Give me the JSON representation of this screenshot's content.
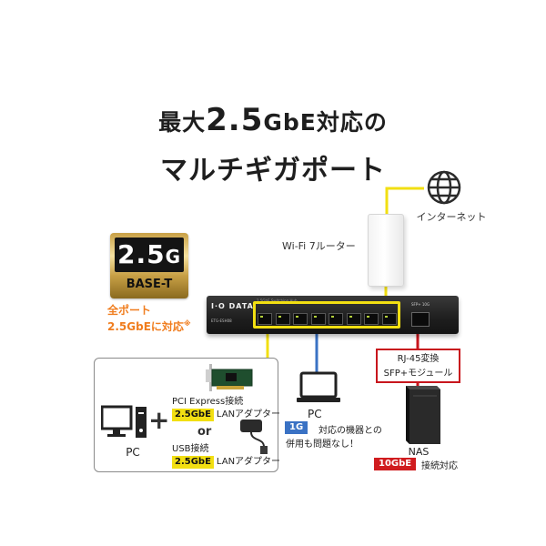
{
  "headline": {
    "line1_pre": "最大",
    "line1_big": "2.5",
    "line1_post": "GbE対応の",
    "line2": "マルチギガポート"
  },
  "badge": {
    "value": "2.5",
    "unit": "G",
    "standard": "BASE-T"
  },
  "feature_note": {
    "line1": "全ポート",
    "line2": "2.5GbEに対応",
    "mark": "※"
  },
  "internet": {
    "label": "インターネット",
    "icon": "globe-icon"
  },
  "router": {
    "label": "Wi-Fi 7ルーター",
    "icon": "router-icon"
  },
  "switch": {
    "brand": "I·O DATA",
    "sub_text": "2.5GbE Switching Hub",
    "model": "ETG-ESH08",
    "sfp_text": "SFP+ 10G",
    "port_count": 8
  },
  "pc_box": {
    "caption": "PC",
    "pcie_label": "PCI Express接続",
    "pcie_tag": "2.5GbE",
    "pcie_suffix": "LANアダプター",
    "or_word": "or",
    "usb_label": "USB接続",
    "usb_tag": "2.5GbE",
    "usb_suffix": "LANアダプター"
  },
  "laptop_pc": {
    "label": "PC",
    "tag": "1G",
    "note1": "対応の機器との",
    "note2": "併用も問題なし！"
  },
  "sfp_module": {
    "line1": "RJ-45変換",
    "line2": "SFP+モジュール"
  },
  "nas": {
    "label": "NAS",
    "tag": "10GbE",
    "suffix": "接続対応"
  },
  "colors": {
    "yellow": "#F2DF12",
    "blue": "#3A72C4",
    "red": "#C8161D",
    "orange": "#F07D1E"
  }
}
